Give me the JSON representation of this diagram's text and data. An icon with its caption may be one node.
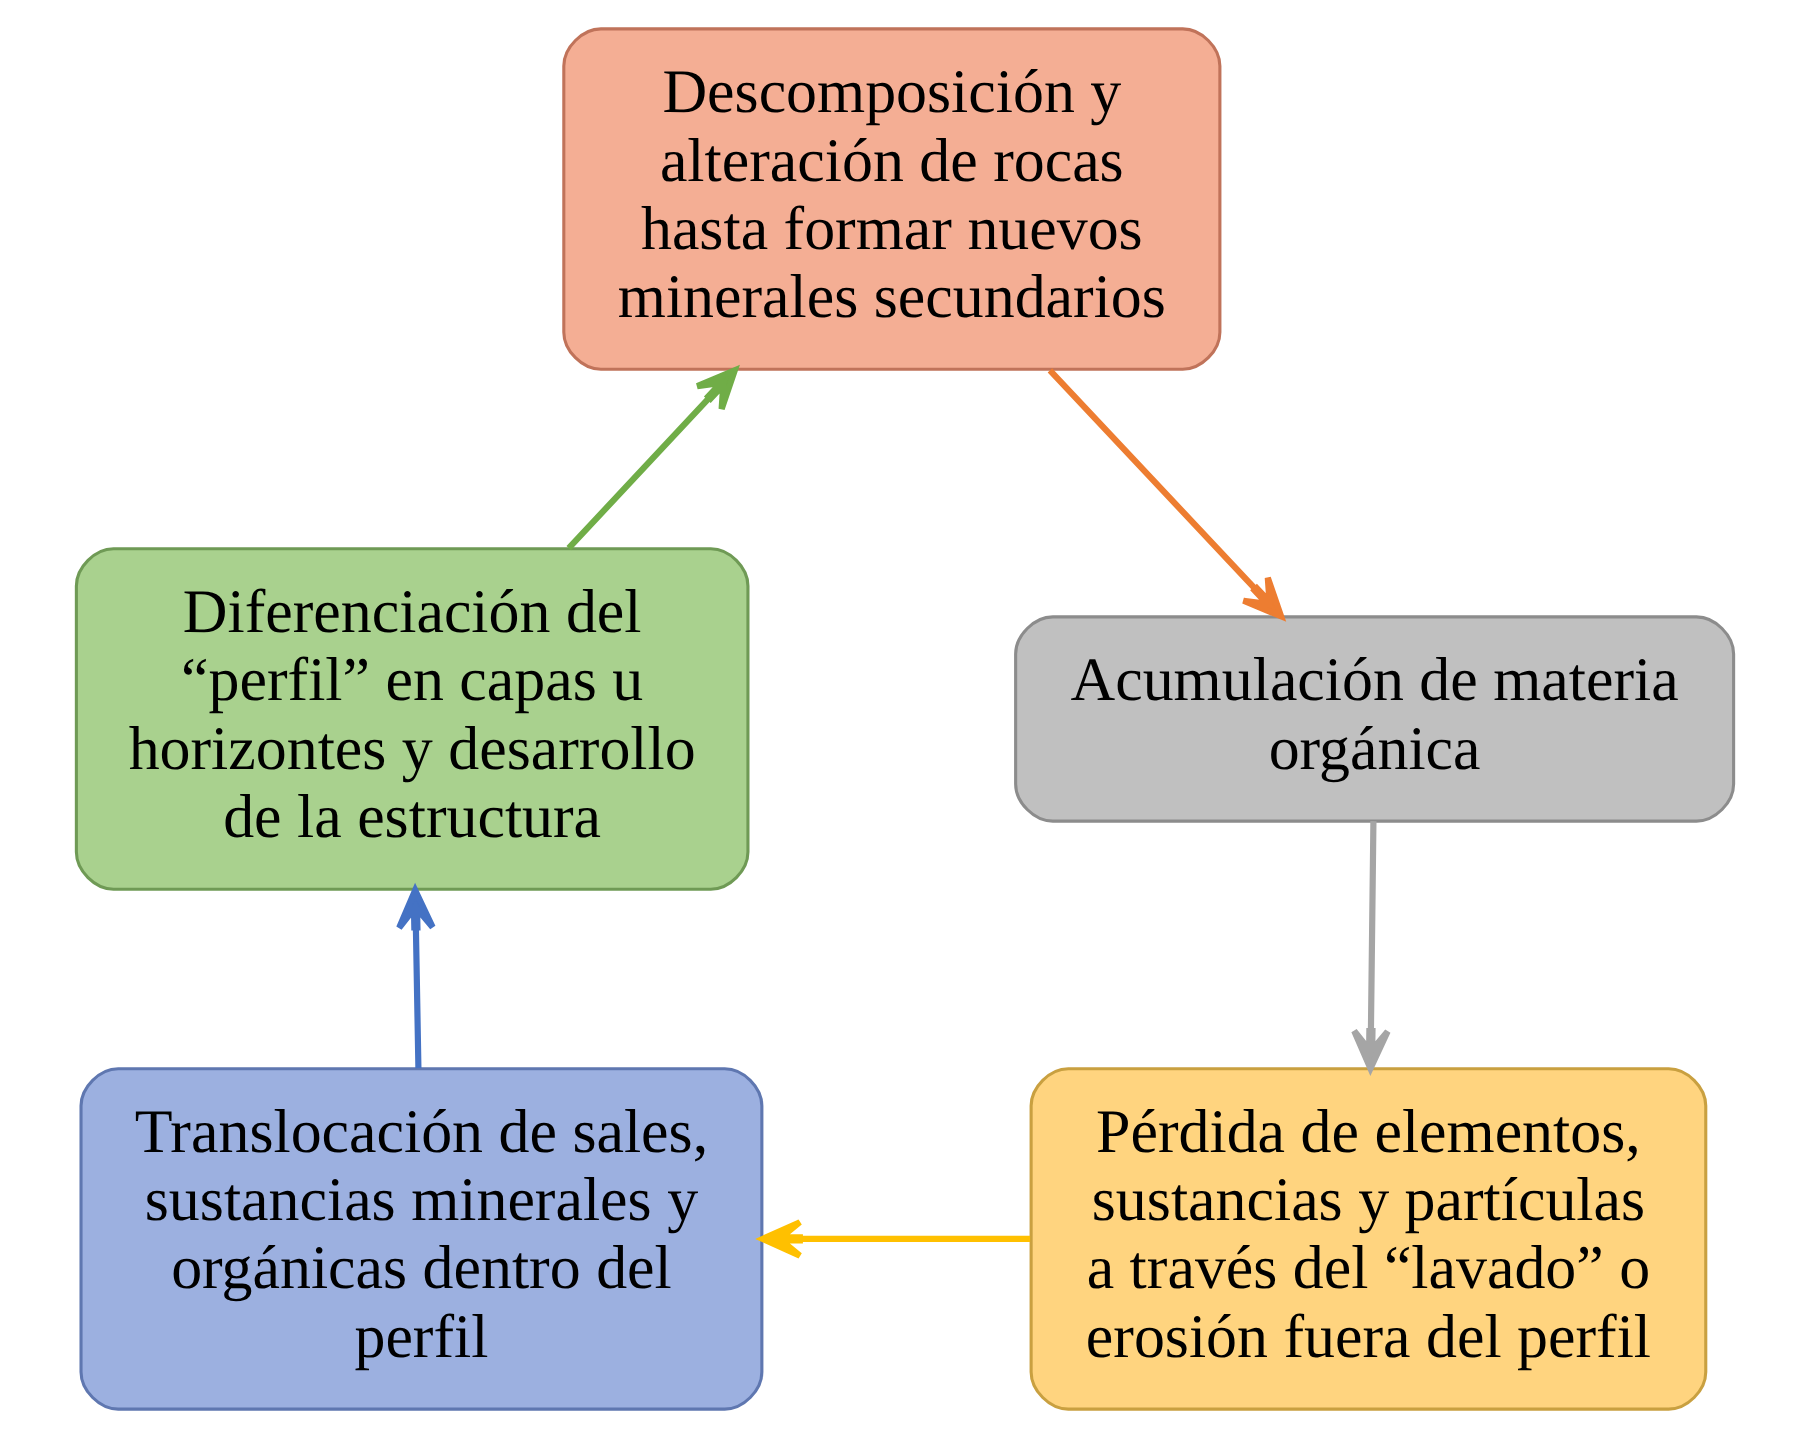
{
  "diagram": {
    "nodes": [
      {
        "text": [
          "Descomposición y alteración de rocas hasta formar nuevos minerales secundarios"
        ]
      },
      {
        "text": [
          "Acumulación de materia orgánica"
        ]
      },
      {
        "text": [
          "Pérdida de elementos, sustancias y partículas a través del “lavado” o erosión fuera del perfil"
        ]
      },
      {
        "text": [
          "Translocación de sales, sustancias minerales y orgánicas dentro del perfil"
        ]
      },
      {
        "text": [
          "Diferenciación del “perfil” en capas u horizontes y desarrollo de la estructura"
        ]
      }
    ],
    "edges": [
      {
        "from": 0,
        "to": 1,
        "arrow": "to",
        "color": "#ed7d31"
      },
      {
        "from": 1,
        "to": 2,
        "arrow": "to",
        "color": "#a5a5a5"
      },
      {
        "from": 2,
        "to": 3,
        "arrow": "to",
        "color": "#ffc000"
      },
      {
        "from": 3,
        "to": 4,
        "arrow": "to",
        "color": "#4472c4"
      },
      {
        "from": 4,
        "to": 0,
        "arrow": "to",
        "color": "#70ad47"
      }
    ]
  }
}
